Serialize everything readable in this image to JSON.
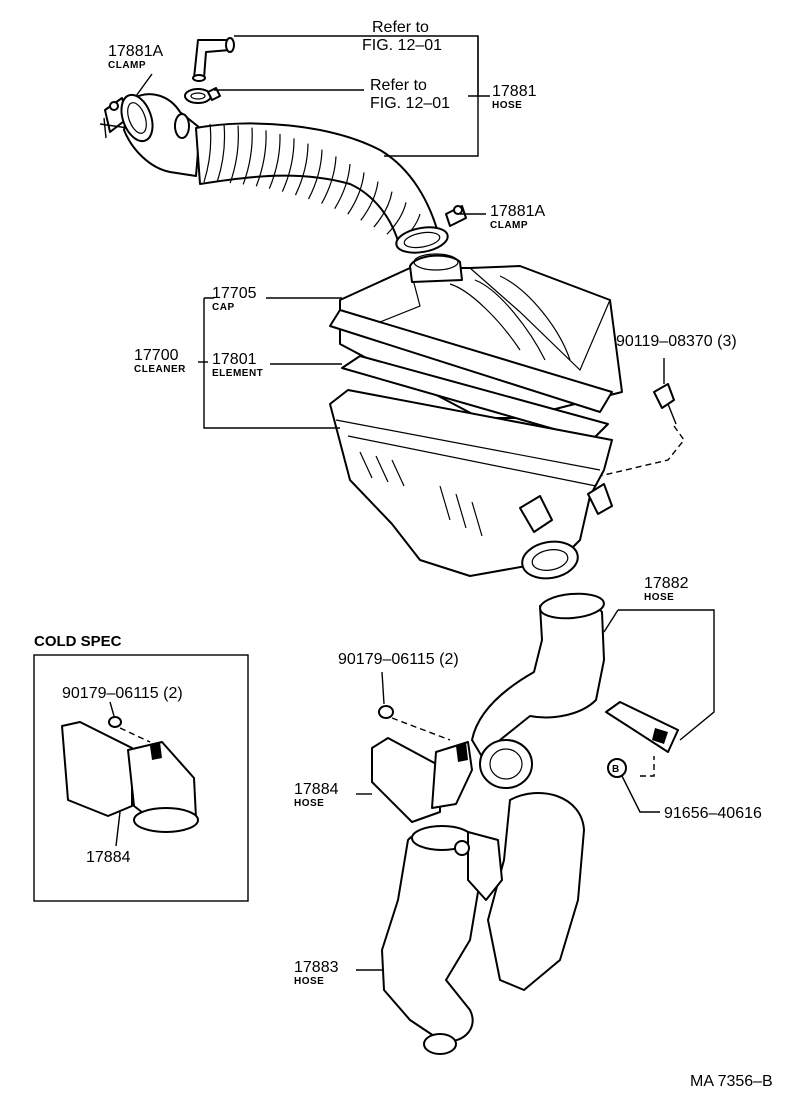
{
  "labels": {
    "clamp_top_left": {
      "number": "17881A",
      "desc": "CLAMP"
    },
    "refer1": {
      "line1": "Refer to",
      "line2": "FIG. 12–01"
    },
    "refer2": {
      "line1": "Refer to",
      "line2": "FIG. 12–01"
    },
    "hose_17881": {
      "number": "17881",
      "desc": "HOSE"
    },
    "clamp_right": {
      "number": "17881A",
      "desc": "CLAMP"
    },
    "cap": {
      "number": "17705",
      "desc": "CAP"
    },
    "cleaner": {
      "number": "17700",
      "desc": "CLEANER"
    },
    "element": {
      "number": "17801",
      "desc": "ELEMENT"
    },
    "bolt": {
      "number": "90119–08370 (3)"
    },
    "hose_17882": {
      "number": "17882",
      "desc": "HOSE"
    },
    "nut_main": {
      "number": "90179–06115 (2)"
    },
    "hose_17884": {
      "number": "17884",
      "desc": "HOSE"
    },
    "clip": {
      "number": "91656–40616",
      "mark": "B"
    },
    "hose_17883": {
      "number": "17883",
      "desc": "HOSE"
    },
    "cold_spec": {
      "title": "COLD SPEC",
      "nut": "90179–06115 (2)",
      "hose": "17884"
    },
    "figure_code": "MA 7356–B"
  }
}
